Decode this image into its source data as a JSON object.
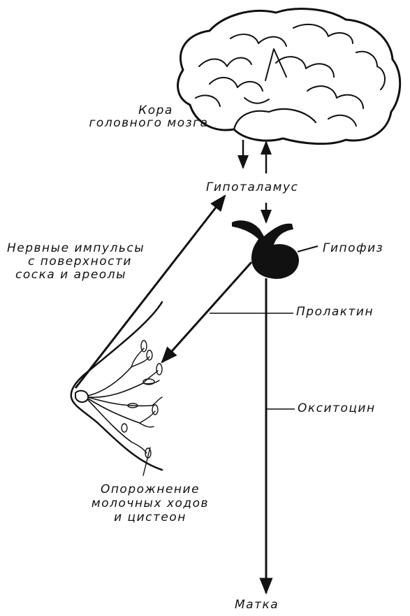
{
  "labels": {
    "cortex_line1": "Кора",
    "cortex_line2": "головного мозга",
    "hypothalamus": "Гипоталамус",
    "pituitary": "Гипофиз",
    "nerve_line1": "Нервные импульсы",
    "nerve_line2": "с поверхности",
    "nerve_line3": "соска и ареолы",
    "prolactin": "Пролактин",
    "oxytocin": "Окситоцин",
    "emptying_line1": "Опорожнение",
    "emptying_line2": "молочных ходов",
    "emptying_line3": "и цистеон",
    "uterus": "Матка"
  },
  "colors": {
    "ink": "#111111",
    "paper": "#ffffff"
  }
}
